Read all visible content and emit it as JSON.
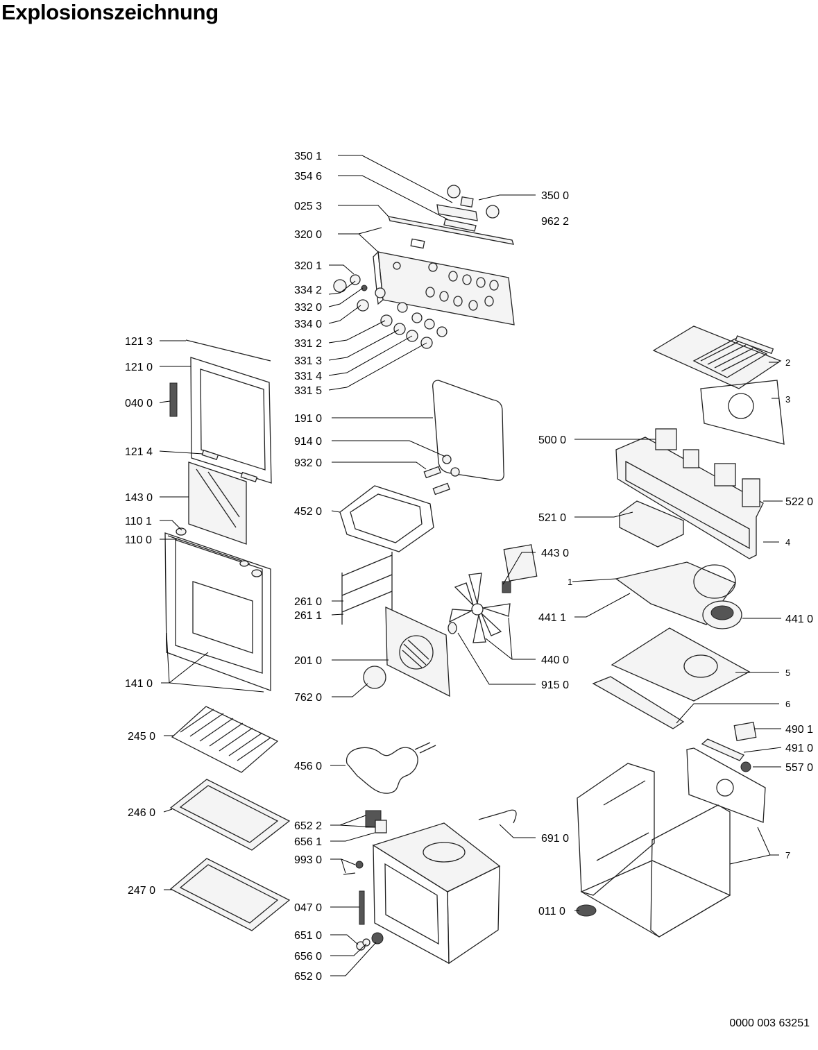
{
  "title": "Explosionszeichnung",
  "document_number": "0000 003 63251",
  "part_labels": [
    {
      "id": "350 1"
    },
    {
      "id": "354 6"
    },
    {
      "id": "025 3"
    },
    {
      "id": "320 0"
    },
    {
      "id": "320 1"
    },
    {
      "id": "334 2"
    },
    {
      "id": "332 0"
    },
    {
      "id": "334 0"
    },
    {
      "id": "331 2"
    },
    {
      "id": "331 3"
    },
    {
      "id": "331 4"
    },
    {
      "id": "331 5"
    },
    {
      "id": "350 0"
    },
    {
      "id": "962 2"
    },
    {
      "id": "121 3"
    },
    {
      "id": "121 0"
    },
    {
      "id": "040 0"
    },
    {
      "id": "121 4"
    },
    {
      "id": "143 0"
    },
    {
      "id": "110 1"
    },
    {
      "id": "110 0"
    },
    {
      "id": "141 0"
    },
    {
      "id": "191 0"
    },
    {
      "id": "914 0"
    },
    {
      "id": "932 0"
    },
    {
      "id": "452 0"
    },
    {
      "id": "261 0"
    },
    {
      "id": "261 1"
    },
    {
      "id": "201 0"
    },
    {
      "id": "762 0"
    },
    {
      "id": "443 0"
    },
    {
      "id": "440 0"
    },
    {
      "id": "915 0"
    },
    {
      "id": "500 0"
    },
    {
      "id": "522 0"
    },
    {
      "id": "521 0"
    },
    {
      "id": "441 1"
    },
    {
      "id": "441 0"
    },
    {
      "id": "2"
    },
    {
      "id": "3"
    },
    {
      "id": "4"
    },
    {
      "id": "1"
    },
    {
      "id": "5"
    },
    {
      "id": "6"
    },
    {
      "id": "245 0"
    },
    {
      "id": "456 0"
    },
    {
      "id": "246 0"
    },
    {
      "id": "247 0"
    },
    {
      "id": "652 2"
    },
    {
      "id": "656 1"
    },
    {
      "id": "993 0"
    },
    {
      "id": "047 0"
    },
    {
      "id": "651 0"
    },
    {
      "id": "656 0"
    },
    {
      "id": "652 0"
    },
    {
      "id": "691 0"
    },
    {
      "id": "011 0"
    },
    {
      "id": "490 1"
    },
    {
      "id": "491 0"
    },
    {
      "id": "557 0"
    },
    {
      "id": "7"
    }
  ]
}
